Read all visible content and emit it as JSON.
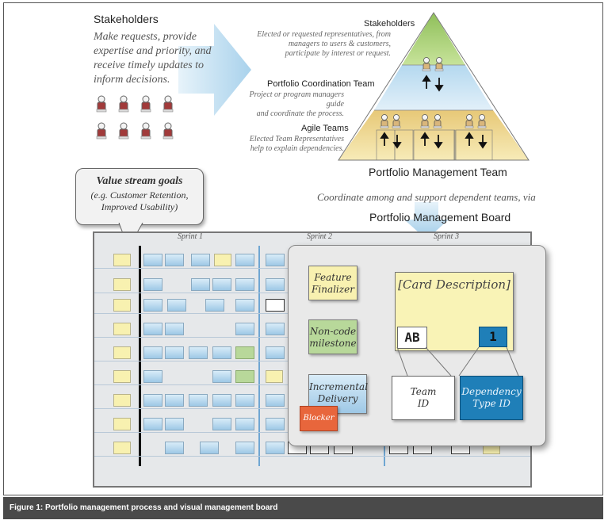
{
  "left": {
    "title": "Stakeholders",
    "text": [
      "Make requests, provide",
      "expertise and priority, and",
      "receive timely updates to",
      "inform decisions."
    ]
  },
  "pyramid": {
    "stakeholders": {
      "title": "Stakeholders",
      "desc": [
        "Elected or requested representatives, from",
        "managers to users & customers,",
        "participate by interest or request."
      ]
    },
    "coordination": {
      "title": "Portfolio Coordination Team",
      "desc": [
        "Project or program managers guide",
        "and coordinate the process."
      ]
    },
    "agile": {
      "title": "Agile Teams",
      "desc": [
        "Elected Team Representatives",
        "help to explain dependencies."
      ]
    },
    "pmt_title": "Portfolio Management Team",
    "coordinate": "Coordinate among and support dependent teams, via",
    "pmb_title": "Portfolio Management Board"
  },
  "goals": {
    "title": "Value stream goals",
    "line1": "(e.g. Customer Retention,",
    "line2": "Improved Usability)"
  },
  "board": {
    "sprints": [
      "Sprint 1",
      "Sprint 2",
      "Sprint 3"
    ]
  },
  "zoom": {
    "feature": [
      "Feature",
      "Finalizer"
    ],
    "noncode": [
      "Non-code",
      "milestone"
    ],
    "incremental": [
      "Incremental",
      "Delivery"
    ],
    "blocker": "Blocker",
    "card_desc": "[Card Description]",
    "ab": "AB",
    "one": "1",
    "team": [
      "Team",
      "ID"
    ],
    "dep": [
      "Dependency",
      "Type ID"
    ]
  },
  "caption": "Figure 1: Portfolio management process and visual management board",
  "colors": {
    "yellow": "#f8f1b0",
    "blue": "#9ec8e6",
    "green": "#b8d89a",
    "dep_blue": "#1f7fb8",
    "blocker": "#e8663c",
    "caption_bg": "#4a4a4a"
  }
}
